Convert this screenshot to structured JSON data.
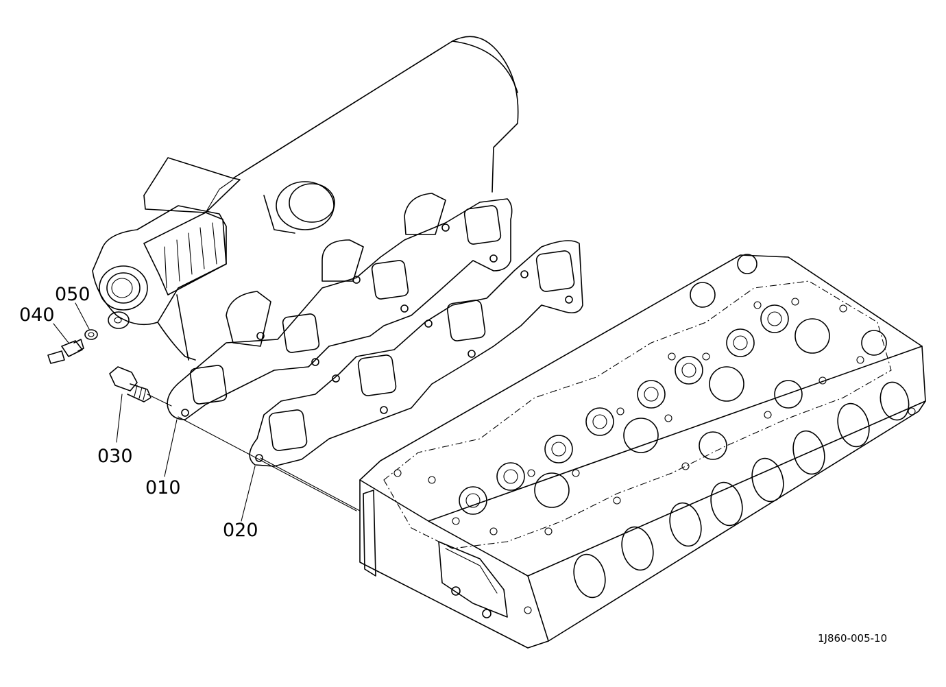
{
  "callouts": {
    "c040": "040",
    "c050": "050",
    "c030": "030",
    "c010": "010",
    "c020": "020"
  },
  "figure_number": "1J860-005-10",
  "colors": {
    "line": "#000000",
    "background": "#ffffff"
  }
}
